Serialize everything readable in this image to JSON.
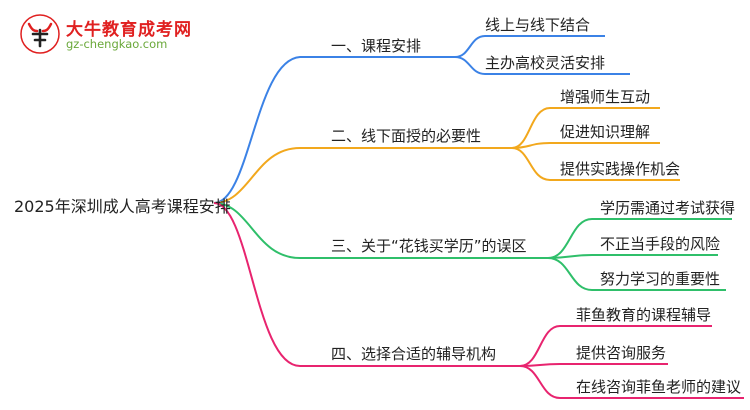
{
  "logo": {
    "title": "大牛教育成考网",
    "url": "gz-chengkao.com",
    "icon": "bull-head-logo"
  },
  "root": {
    "label": "2025年深圳成人高考课程安排"
  },
  "branches": [
    {
      "label": "一、课程安排",
      "color": "#3b82e6",
      "leaves": [
        "线上与线下结合",
        "主办高校灵活安排"
      ]
    },
    {
      "label": "二、线下面授的必要性",
      "color": "#f2a81d",
      "leaves": [
        "增强师生互动",
        "促进知识理解",
        "提供实践操作机会"
      ]
    },
    {
      "label": "三、关于“花钱买学历”的误区",
      "color": "#2fbf6a",
      "leaves": [
        "学历需通过考试获得",
        "不正当手段的风险",
        "努力学习的重要性"
      ]
    },
    {
      "label": "四、选择合适的辅导机构",
      "color": "#e8246f",
      "leaves": [
        "菲鱼教育的课程辅导",
        "提供咨询服务",
        "在线咨询菲鱼老师的建议"
      ]
    }
  ]
}
